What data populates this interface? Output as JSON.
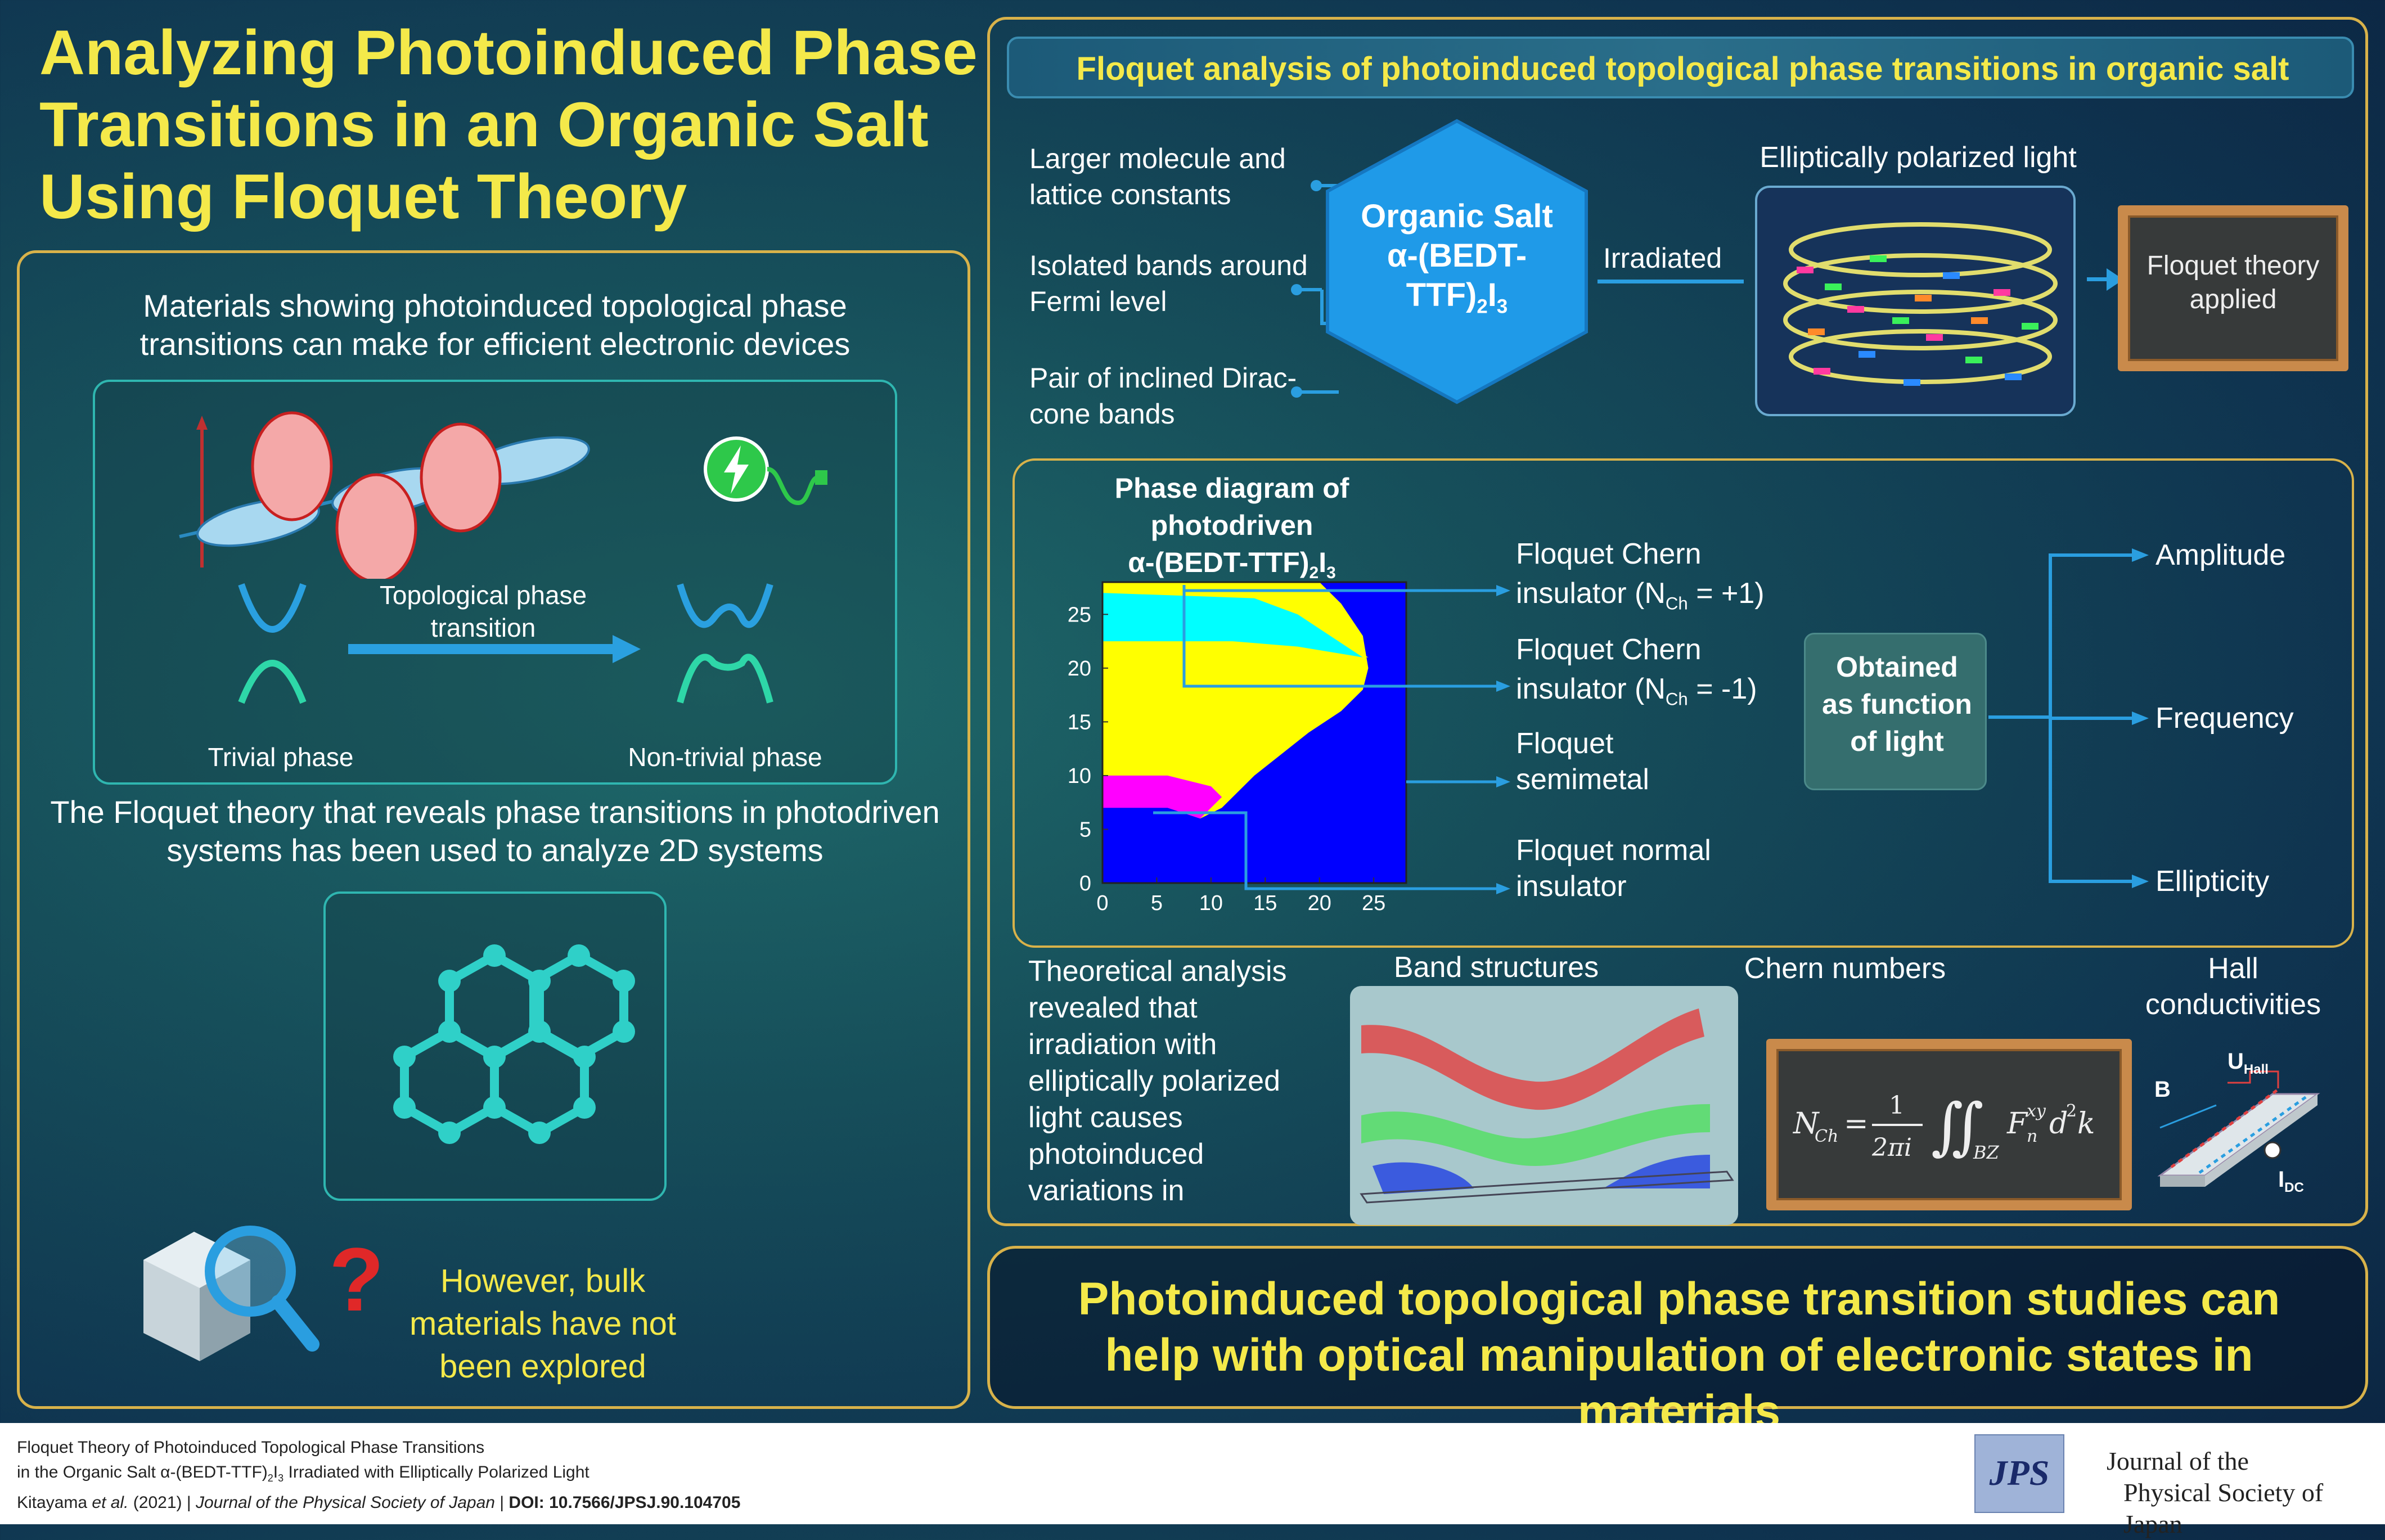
{
  "title": "Analyzing Photoinduced Phase Transitions in an Organic Salt Using Floquet Theory",
  "left_panel": {
    "intro": "Materials showing photoinduced topological phase transitions can make for efficient electronic devices",
    "topo_label": "Topological phase transition",
    "trivial_label": "Trivial phase",
    "nontrivial_label": "Non-trivial phase",
    "floquet_text": "The Floquet theory that reveals phase transitions in photodriven systems has been used to analyze 2D systems",
    "bulk_text": "However, bulk materials have not been explored"
  },
  "right_panel": {
    "header": "Floquet analysis of photoinduced topological phase transitions in organic salt",
    "features": [
      "Larger molecule and lattice constants",
      "Isolated bands around Fermi level",
      "Pair of inclined Dirac-cone bands"
    ],
    "salt_line1": "Organic Salt",
    "salt_line2": "α-(BEDT-TTF)",
    "salt_sub1": "2",
    "salt_i": "I",
    "salt_sub2": "3",
    "irradiated": "Irradiated",
    "light_label": "Elliptically polarized light",
    "floquet_applied": "Floquet theory applied",
    "phase_title_line1": "Phase diagram of photodriven",
    "phase_title_line2": "α-(BEDT-TTF)",
    "phase_sub2": "2",
    "phase_i": "I",
    "phase_sub3": "3",
    "phases": [
      {
        "name_a": "Floquet Chern",
        "name_b": "insulator (N",
        "sub": "Ch",
        "tail": " = +1)"
      },
      {
        "name_a": "Floquet Chern",
        "name_b": "insulator (N",
        "sub": "Ch",
        "tail": " = -1)"
      },
      {
        "name_a": "Floquet",
        "name_b": "semimetal",
        "sub": "",
        "tail": ""
      },
      {
        "name_a": "Floquet normal",
        "name_b": "insulator",
        "sub": "",
        "tail": ""
      }
    ],
    "obtained": "Obtained as function of light",
    "params": [
      "Amplitude",
      "Frequency",
      "Ellipticity"
    ],
    "theory_text": "Theoretical analysis revealed that irradiation with elliptically polarized light causes photoinduced variations in",
    "band_label": "Band structures",
    "chern_label": "Chern numbers",
    "hall_label": "Hall conductivities",
    "hall_u": "U",
    "hall_u_sub": "Hall",
    "hall_b": "B",
    "hall_i": "I",
    "hall_i_sub": "DC",
    "conclusion": "Photoinduced topological phase transition studies can help with optical manipulation of electronic states in materials"
  },
  "chart_data": {
    "type": "heatmap",
    "title": "Phase diagram of photodriven α-(BEDT-TTF)2I3",
    "xlabel": "",
    "ylabel": "",
    "xlim": [
      0,
      28
    ],
    "ylim": [
      0,
      28
    ],
    "x_ticks": [
      "0",
      "5",
      "10",
      "15",
      "20",
      "25"
    ],
    "y_ticks": [
      "0",
      "5",
      "10",
      "15",
      "20",
      "25"
    ],
    "regions": [
      {
        "name": "Floquet Chern insulator (N_Ch = +1)",
        "color": "#ffff00"
      },
      {
        "name": "Floquet Chern insulator (N_Ch = -1)",
        "color": "#00ffff"
      },
      {
        "name": "Floquet semimetal",
        "color": "#0000ff"
      },
      {
        "name": "Floquet normal insulator",
        "color": "#ff00ff"
      }
    ]
  },
  "footer": {
    "line1": "Floquet Theory of Photoinduced Topological Phase Transitions",
    "line2a": "in the Organic Salt α-(BEDT-TTF)",
    "line2_sub1": "2",
    "line2_i": "I",
    "line2_sub2": "3",
    "line2b": " Irradiated with Elliptically Polarized Light",
    "author": "Kitayama",
    "etal": " et al.",
    "year": " (2021)  |  ",
    "journal_italic": "Journal of the Physical Society of Japan",
    "sep": "  |  ",
    "doi": "DOI: 10.7566/JPSJ.90.104705",
    "logo": "JPS",
    "journal1": "Journal of the",
    "journal2": "Physical Society of Japan"
  },
  "colors": {
    "accent_gold": "#d8b24a",
    "title_yellow": "#f4e94a",
    "arrow_blue": "#2a9ee0",
    "teal": "#2fb6b0"
  }
}
